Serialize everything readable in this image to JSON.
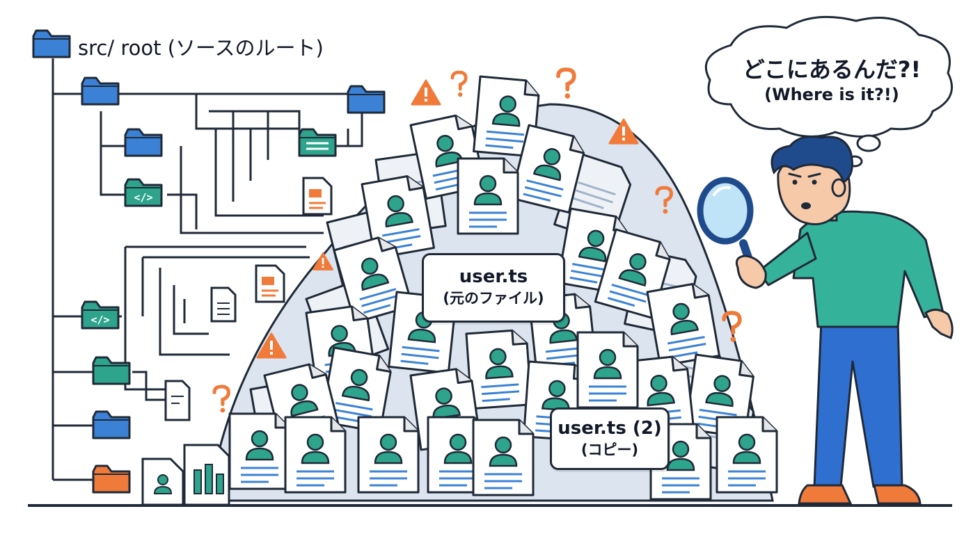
{
  "root": {
    "label": "src/ root (ソースのルート)"
  },
  "original_file": {
    "name": "user.ts",
    "note": "(元のファイル)"
  },
  "copy_file": {
    "name": "user.ts (2)",
    "note": "(コピー)"
  },
  "thought": {
    "line1": "どこにあるんだ?!",
    "line2": "(Where is it?!)"
  },
  "colors": {
    "outline": "#1f2937",
    "folder_blue": "#3b82d6",
    "folder_teal": "#2ea48c",
    "folder_orange": "#f07a3a",
    "doc_avatar": "#2ea48c",
    "warning": "#f07a3a",
    "shirt": "#35b39a",
    "pants": "#2f6fd0",
    "lens": "#bfe3f7"
  },
  "icons": [
    "folder-icon",
    "code-file-icon",
    "document-icon",
    "warning-icon",
    "question-mark-icon",
    "magnifying-glass-icon",
    "user-avatar-icon"
  ]
}
